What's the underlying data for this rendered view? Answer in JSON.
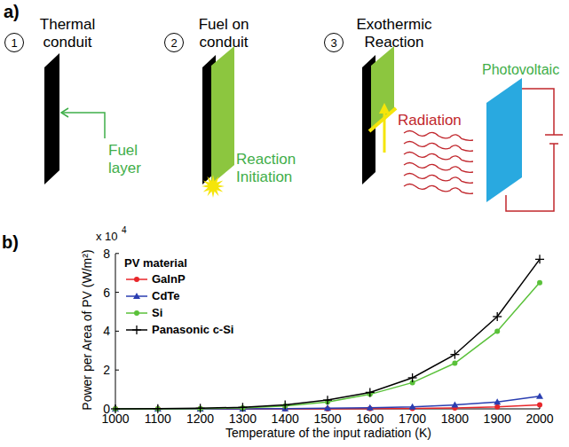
{
  "diagram": {
    "nodes": [
      {
        "text": [
          "1"
        ]
      },
      {
        "text": [
          "2"
        ]
      },
      {
        "text": [
          "3"
        ]
      }
    ],
    "labels": [
      "a)",
      "Thermal conduit",
      "Fuel on conduit",
      "Exothermic Reaction",
      "Fuel layer",
      "Reaction Initiation",
      "Radiation",
      "Photovoltaic",
      "b)",
      "x 10",
      "4",
      "0",
      "2",
      "4",
      "6",
      "8",
      "Power per Area of PV (W/m²)",
      "1000",
      "1100",
      "1200",
      "1300",
      "1400",
      "1500",
      "1600",
      "1700",
      "1800",
      "1900",
      "2000",
      "Temperature of the input radiation (K)",
      "PV material"
    ],
    "legend": [
      {
        "text": "GaInP"
      },
      {
        "text": "CdTe"
      },
      {
        "text": "Si"
      },
      {
        "text": "Panasonic c-Si"
      }
    ]
  }
}
